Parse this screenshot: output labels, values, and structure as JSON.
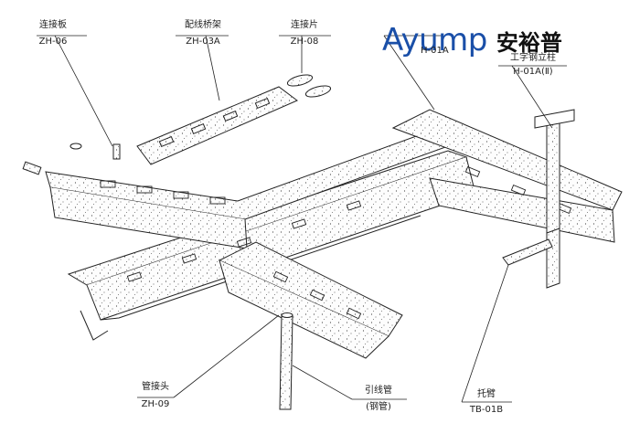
{
  "brand": {
    "latin": "Ayump",
    "cjk": "安裕普"
  },
  "labels": {
    "connector_plate": {
      "name": "连接板",
      "code": "ZH-06"
    },
    "tray": {
      "name": "配线桥架",
      "code": "ZH-03A"
    },
    "connector_piece": {
      "name": "连接片",
      "code": "ZH-08"
    },
    "top_right_code": "H-01A",
    "column": {
      "name": "工字钢立柱",
      "code": "H-01A(Ⅱ)"
    },
    "pipe_joint": {
      "name": "管接头",
      "code": "ZH-09"
    },
    "lead_pipe": {
      "name": "引线管",
      "note": "(钢管)"
    },
    "bracket": {
      "name": "托臂",
      "code": "TB-01B"
    }
  },
  "colors": {
    "logo_blue": "#1a4fa8",
    "line": "#222222"
  }
}
